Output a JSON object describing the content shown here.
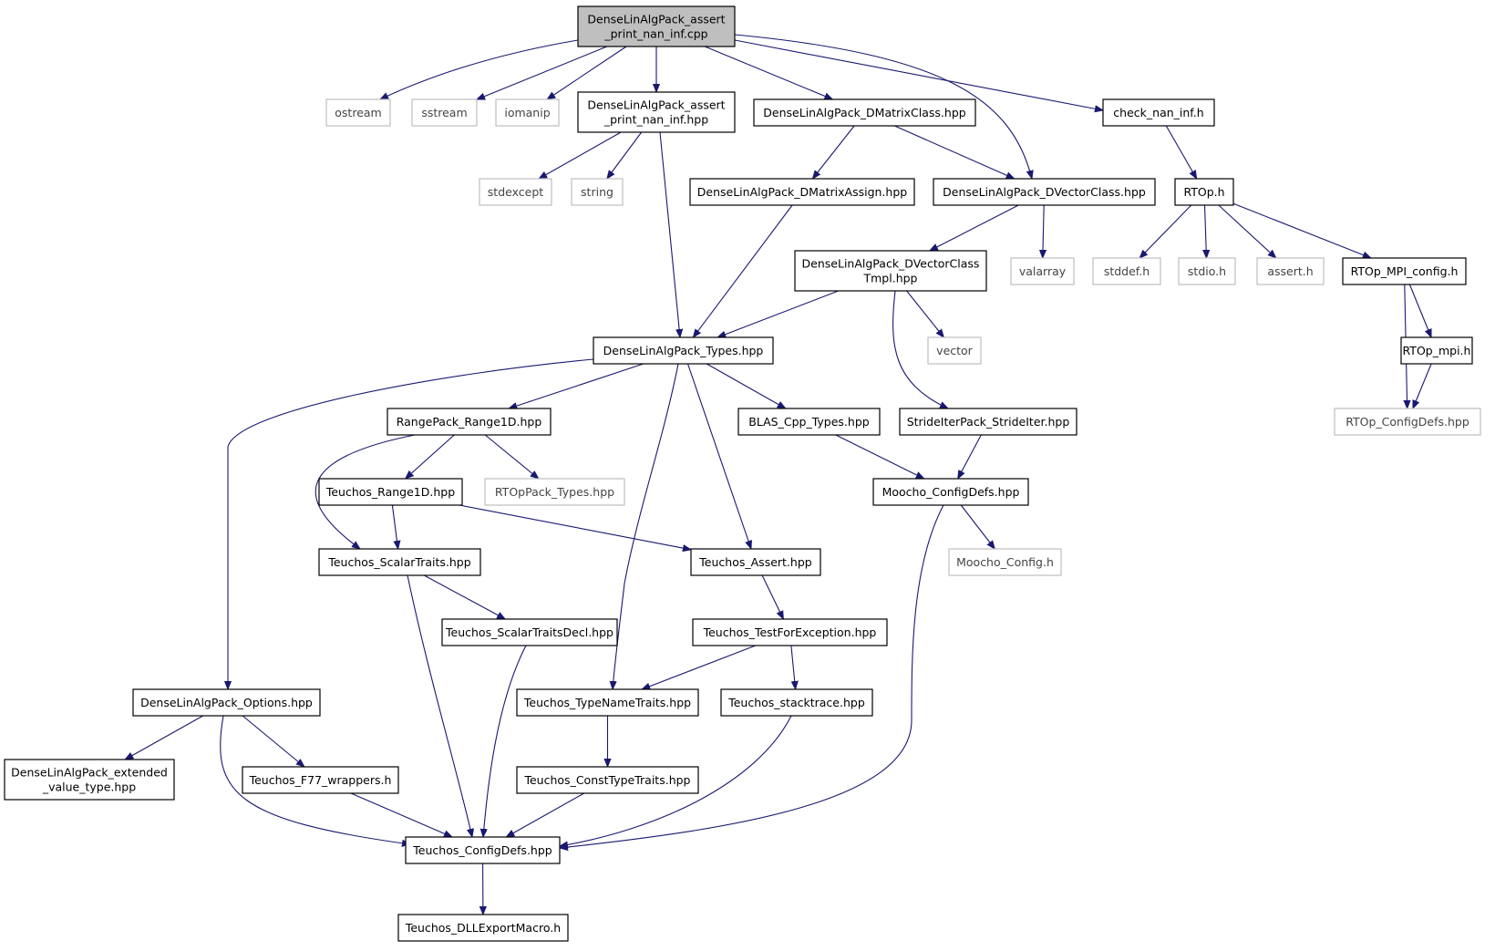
{
  "diagram": {
    "nodes": [
      {
        "id": "root",
        "kind": "root",
        "lines": [
          "DenseLinAlgPack_assert",
          "_print_nan_inf.cpp"
        ]
      },
      {
        "id": "ostream",
        "kind": "external",
        "lines": [
          "ostream"
        ]
      },
      {
        "id": "sstream",
        "kind": "external",
        "lines": [
          "sstream"
        ]
      },
      {
        "id": "iomanip",
        "kind": "external",
        "lines": [
          "iomanip"
        ]
      },
      {
        "id": "assert_hpp",
        "kind": "internal",
        "lines": [
          "DenseLinAlgPack_assert",
          "_print_nan_inf.hpp"
        ]
      },
      {
        "id": "dmatrixclass",
        "kind": "internal",
        "lines": [
          "DenseLinAlgPack_DMatrixClass.hpp"
        ]
      },
      {
        "id": "check_nan_inf",
        "kind": "internal",
        "lines": [
          "check_nan_inf.h"
        ]
      },
      {
        "id": "stdexcept",
        "kind": "external",
        "lines": [
          "stdexcept"
        ]
      },
      {
        "id": "string",
        "kind": "external",
        "lines": [
          "string"
        ]
      },
      {
        "id": "dmatrixassign",
        "kind": "internal",
        "lines": [
          "DenseLinAlgPack_DMatrixAssign.hpp"
        ]
      },
      {
        "id": "dvectorclass",
        "kind": "internal",
        "lines": [
          "DenseLinAlgPack_DVectorClass.hpp"
        ]
      },
      {
        "id": "rtop_h",
        "kind": "internal",
        "lines": [
          "RTOp.h"
        ]
      },
      {
        "id": "dvectortmpl",
        "kind": "internal",
        "lines": [
          "DenseLinAlgPack_DVectorClass",
          "Tmpl.hpp"
        ]
      },
      {
        "id": "valarray",
        "kind": "external",
        "lines": [
          "valarray"
        ]
      },
      {
        "id": "stddef",
        "kind": "external",
        "lines": [
          "stddef.h"
        ]
      },
      {
        "id": "stdio",
        "kind": "external",
        "lines": [
          "stdio.h"
        ]
      },
      {
        "id": "assert_h",
        "kind": "external",
        "lines": [
          "assert.h"
        ]
      },
      {
        "id": "rtop_mpi_config",
        "kind": "internal",
        "lines": [
          "RTOp_MPI_config.h"
        ]
      },
      {
        "id": "types",
        "kind": "internal",
        "lines": [
          "DenseLinAlgPack_Types.hpp"
        ]
      },
      {
        "id": "vector",
        "kind": "external",
        "lines": [
          "vector"
        ]
      },
      {
        "id": "rtop_mpi",
        "kind": "internal",
        "lines": [
          "RTOp_mpi.h"
        ]
      },
      {
        "id": "range1d",
        "kind": "internal",
        "lines": [
          "RangePack_Range1D.hpp"
        ]
      },
      {
        "id": "blas",
        "kind": "internal",
        "lines": [
          "BLAS_Cpp_Types.hpp"
        ]
      },
      {
        "id": "strideiter",
        "kind": "internal",
        "lines": [
          "StrideIterPack_StrideIter.hpp"
        ]
      },
      {
        "id": "rtop_configdefs",
        "kind": "external",
        "lines": [
          "RTOp_ConfigDefs.hpp"
        ]
      },
      {
        "id": "teuchos_range1d",
        "kind": "internal",
        "lines": [
          "Teuchos_Range1D.hpp"
        ]
      },
      {
        "id": "rtoppack_types",
        "kind": "external",
        "lines": [
          "RTOpPack_Types.hpp"
        ]
      },
      {
        "id": "moocho_configdefs",
        "kind": "internal",
        "lines": [
          "Moocho_ConfigDefs.hpp"
        ]
      },
      {
        "id": "scalartraits",
        "kind": "internal",
        "lines": [
          "Teuchos_ScalarTraits.hpp"
        ]
      },
      {
        "id": "teuchos_assert",
        "kind": "internal",
        "lines": [
          "Teuchos_Assert.hpp"
        ]
      },
      {
        "id": "moocho_config",
        "kind": "external",
        "lines": [
          "Moocho_Config.h"
        ]
      },
      {
        "id": "scalartraitsdecl",
        "kind": "internal",
        "lines": [
          "Teuchos_ScalarTraitsDecl.hpp"
        ]
      },
      {
        "id": "testforexception",
        "kind": "internal",
        "lines": [
          "Teuchos_TestForException.hpp"
        ]
      },
      {
        "id": "options",
        "kind": "internal",
        "lines": [
          "DenseLinAlgPack_Options.hpp"
        ]
      },
      {
        "id": "typenametraits",
        "kind": "internal",
        "lines": [
          "Teuchos_TypeNameTraits.hpp"
        ]
      },
      {
        "id": "stacktrace",
        "kind": "internal",
        "lines": [
          "Teuchos_stacktrace.hpp"
        ]
      },
      {
        "id": "extended_value",
        "kind": "internal",
        "lines": [
          "DenseLinAlgPack_extended",
          "_value_type.hpp"
        ]
      },
      {
        "id": "f77wrappers",
        "kind": "internal",
        "lines": [
          "Teuchos_F77_wrappers.h"
        ]
      },
      {
        "id": "consttypetraits",
        "kind": "internal",
        "lines": [
          "Teuchos_ConstTypeTraits.hpp"
        ]
      },
      {
        "id": "teuchos_configdefs",
        "kind": "internal",
        "lines": [
          "Teuchos_ConfigDefs.hpp"
        ]
      },
      {
        "id": "dllexport",
        "kind": "internal",
        "lines": [
          "Teuchos_DLLExportMacro.h"
        ]
      }
    ],
    "edges": [
      [
        "root",
        "ostream"
      ],
      [
        "root",
        "sstream"
      ],
      [
        "root",
        "iomanip"
      ],
      [
        "root",
        "assert_hpp"
      ],
      [
        "root",
        "dmatrixclass"
      ],
      [
        "root",
        "dvectorclass"
      ],
      [
        "root",
        "check_nan_inf"
      ],
      [
        "assert_hpp",
        "stdexcept"
      ],
      [
        "assert_hpp",
        "string"
      ],
      [
        "assert_hpp",
        "types"
      ],
      [
        "dmatrixclass",
        "dmatrixassign"
      ],
      [
        "dmatrixclass",
        "dvectorclass"
      ],
      [
        "check_nan_inf",
        "rtop_h"
      ],
      [
        "dmatrixassign",
        "types"
      ],
      [
        "dvectorclass",
        "dvectortmpl"
      ],
      [
        "dvectorclass",
        "valarray"
      ],
      [
        "rtop_h",
        "stddef"
      ],
      [
        "rtop_h",
        "stdio"
      ],
      [
        "rtop_h",
        "assert_h"
      ],
      [
        "rtop_h",
        "rtop_mpi_config"
      ],
      [
        "dvectortmpl",
        "types"
      ],
      [
        "dvectortmpl",
        "vector"
      ],
      [
        "dvectortmpl",
        "strideiter"
      ],
      [
        "rtop_mpi_config",
        "rtop_mpi"
      ],
      [
        "rtop_mpi_config",
        "rtop_configdefs"
      ],
      [
        "rtop_mpi",
        "rtop_configdefs"
      ],
      [
        "types",
        "options"
      ],
      [
        "types",
        "range1d"
      ],
      [
        "types",
        "typenametraits"
      ],
      [
        "types",
        "teuchos_assert"
      ],
      [
        "types",
        "blas"
      ],
      [
        "range1d",
        "scalartraits"
      ],
      [
        "range1d",
        "teuchos_range1d"
      ],
      [
        "range1d",
        "rtoppack_types"
      ],
      [
        "blas",
        "moocho_configdefs"
      ],
      [
        "strideiter",
        "moocho_configdefs"
      ],
      [
        "teuchos_range1d",
        "scalartraits"
      ],
      [
        "teuchos_range1d",
        "teuchos_assert"
      ],
      [
        "moocho_configdefs",
        "moocho_config"
      ],
      [
        "moocho_configdefs",
        "teuchos_configdefs"
      ],
      [
        "scalartraits",
        "scalartraitsdecl"
      ],
      [
        "scalartraits",
        "teuchos_configdefs"
      ],
      [
        "teuchos_assert",
        "testforexception"
      ],
      [
        "scalartraitsdecl",
        "teuchos_configdefs"
      ],
      [
        "testforexception",
        "typenametraits"
      ],
      [
        "testforexception",
        "stacktrace"
      ],
      [
        "options",
        "extended_value"
      ],
      [
        "options",
        "f77wrappers"
      ],
      [
        "options",
        "teuchos_configdefs"
      ],
      [
        "typenametraits",
        "consttypetraits"
      ],
      [
        "stacktrace",
        "teuchos_configdefs"
      ],
      [
        "f77wrappers",
        "teuchos_configdefs"
      ],
      [
        "consttypetraits",
        "teuchos_configdefs"
      ],
      [
        "teuchos_configdefs",
        "dllexport"
      ]
    ]
  }
}
